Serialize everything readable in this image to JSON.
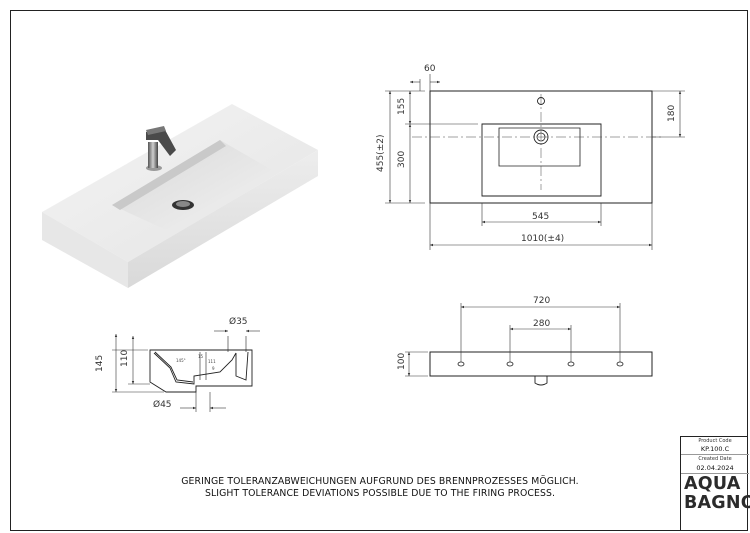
{
  "drawing": {
    "top_view": {
      "dim_60": "60",
      "dim_155": "155",
      "dim_180": "180",
      "dim_300": "300",
      "dim_455": "455(±2)",
      "dim_545": "545",
      "dim_1010": "1010(±4)"
    },
    "front_view": {
      "dim_720": "720",
      "dim_280": "280",
      "dim_100": "100"
    },
    "section_view": {
      "dim_d35": "Ø35",
      "dim_145": "145",
      "dim_110": "110",
      "dim_d45": "Ø45",
      "small_labels": [
        "145°",
        "15",
        "111",
        "9"
      ]
    }
  },
  "notes": {
    "line_de": "GERINGE TOLERANZABWEICHUNGEN AUFGRUND DES BRENNPROZESSES MÖGLICH.",
    "line_en": "SLIGHT TOLERANCE DEVIATIONS POSSIBLE DUE TO THE FIRING PROCESS."
  },
  "title_block": {
    "product_code_label": "Product Code",
    "product_code": "KP.100.C",
    "created_label": "Created Date",
    "created_date": "02.04.2024",
    "logo_line1": "AQUA",
    "logo_line2": "BAGNO"
  }
}
